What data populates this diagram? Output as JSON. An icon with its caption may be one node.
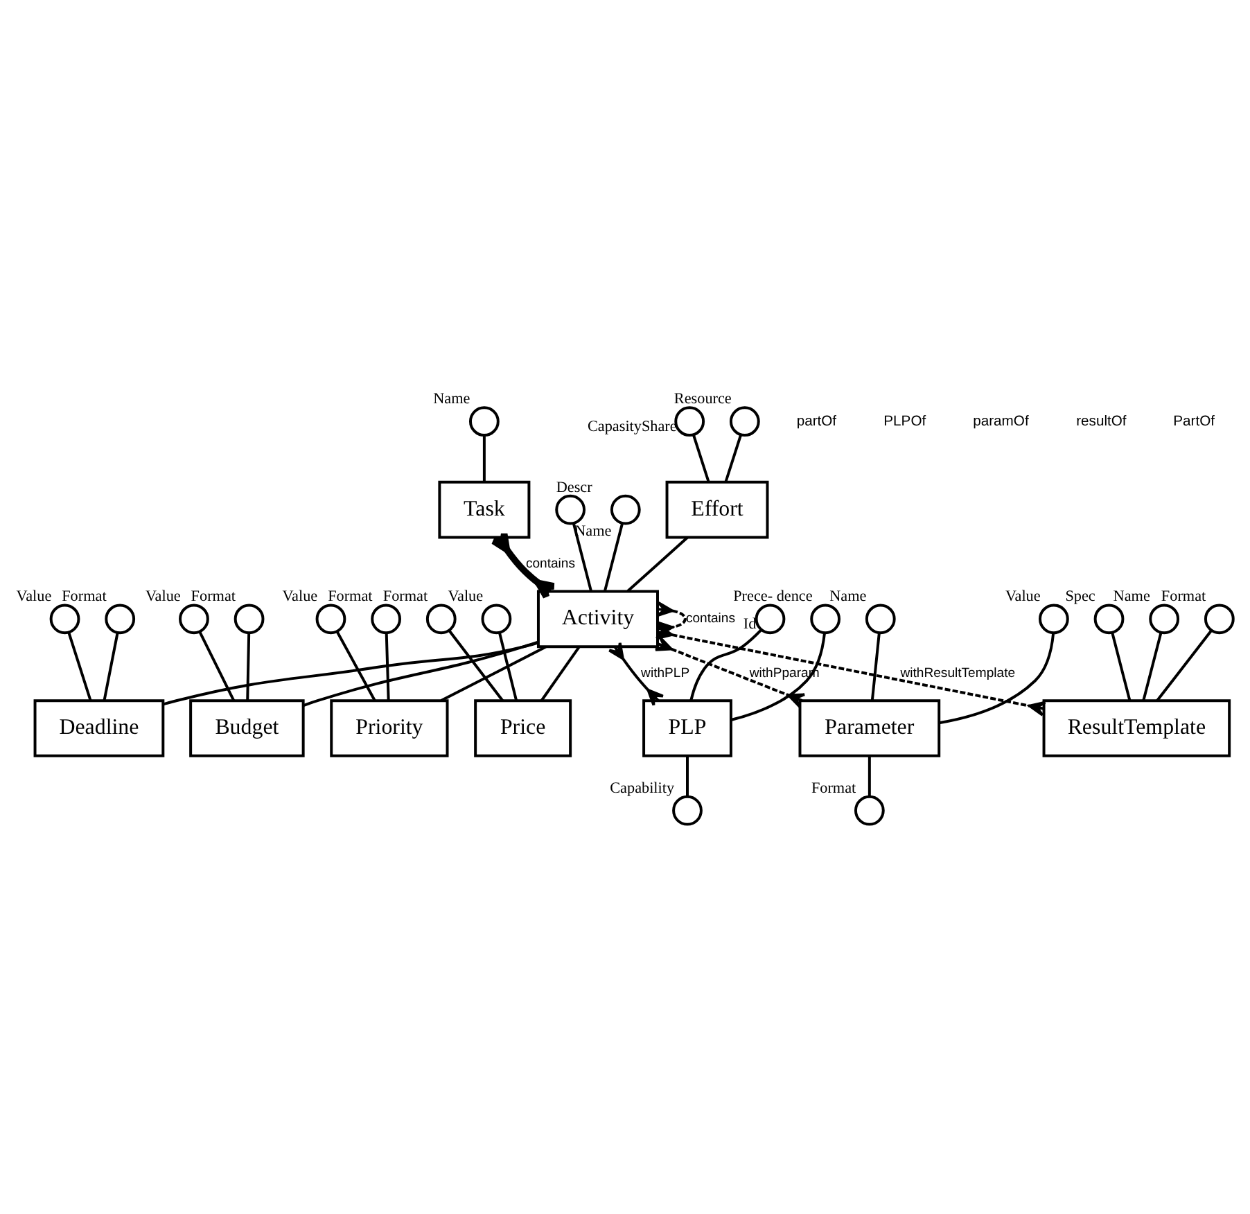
{
  "diagram": {
    "nodes": [
      {
        "text": [
          "Task"
        ]
      },
      {
        "text": [],
        "shape": "circle",
        "beside": [
          "Name"
        ]
      },
      {
        "text": [],
        "shape": "circle",
        "beside": [
          "Descr"
        ]
      },
      {
        "text": [],
        "shape": "circle",
        "beside": [
          "Name"
        ]
      },
      {
        "text": [
          "Effort"
        ]
      },
      {
        "text": [],
        "shape": "circle",
        "beside": [
          "Resource"
        ]
      },
      {
        "text": [],
        "shape": "circle",
        "beside": [
          "CapasityShare"
        ]
      },
      {
        "text": [
          "Activity"
        ]
      },
      {
        "text": [
          "Deadline"
        ]
      },
      {
        "text": [],
        "shape": "circle",
        "beside": [
          "Value"
        ]
      },
      {
        "text": [],
        "shape": "circle",
        "beside": [
          "Format"
        ]
      },
      {
        "text": [
          "Budget"
        ]
      },
      {
        "text": [],
        "shape": "circle",
        "beside": [
          "Value"
        ]
      },
      {
        "text": [],
        "shape": "circle",
        "beside": [
          "Format"
        ]
      },
      {
        "text": [
          "Priority"
        ]
      },
      {
        "text": [],
        "shape": "circle",
        "beside": [
          "Value"
        ]
      },
      {
        "text": [],
        "shape": "circle",
        "beside": [
          "Format"
        ]
      },
      {
        "text": [
          "Price"
        ]
      },
      {
        "text": [],
        "shape": "circle",
        "beside": [
          "Value"
        ]
      },
      {
        "text": [],
        "shape": "circle",
        "beside": [
          "Format"
        ]
      },
      {
        "text": [
          "PLP"
        ]
      },
      {
        "text": [],
        "shape": "circle",
        "beside": [
          "Prece- dence"
        ]
      },
      {
        "text": [],
        "shape": "circle",
        "beside": [
          "Id"
        ]
      },
      {
        "text": [],
        "shape": "circle",
        "beside": [
          "Capability"
        ]
      },
      {
        "text": [
          "Parameter"
        ]
      },
      {
        "text": [],
        "shape": "circle",
        "beside": [
          "Name"
        ]
      },
      {
        "text": [],
        "shape": "circle",
        "beside": [
          "Value"
        ]
      },
      {
        "text": [],
        "shape": "circle",
        "beside": [
          "Format"
        ]
      },
      {
        "text": [
          "ResultTemplate"
        ]
      },
      {
        "text": [],
        "shape": "circle",
        "beside": [
          "Spec"
        ]
      },
      {
        "text": [],
        "shape": "circle",
        "beside": [
          "Name"
        ]
      },
      {
        "text": [],
        "shape": "circle",
        "beside": [
          "Format"
        ]
      }
    ],
    "edges": [
      {
        "from": 1,
        "to": 0,
        "arrow": "none"
      },
      {
        "from": 2,
        "to": 7,
        "arrow": "none"
      },
      {
        "from": 3,
        "to": 7,
        "arrow": "none"
      },
      {
        "from": 5,
        "to": 4,
        "arrow": "none"
      },
      {
        "from": 6,
        "to": 4,
        "arrow": "none"
      },
      {
        "from": 4,
        "to": 7,
        "arrow": "none"
      },
      {
        "from": 7,
        "to": 8,
        "arrow": "none"
      },
      {
        "from": 9,
        "to": 8,
        "arrow": "none"
      },
      {
        "from": 10,
        "to": 8,
        "arrow": "none"
      },
      {
        "from": 7,
        "to": 11,
        "arrow": "none"
      },
      {
        "from": 12,
        "to": 11,
        "arrow": "none"
      },
      {
        "from": 13,
        "to": 11,
        "arrow": "none"
      },
      {
        "from": 7,
        "to": 14,
        "arrow": "none"
      },
      {
        "from": 15,
        "to": 14,
        "arrow": "none"
      },
      {
        "from": 16,
        "to": 14,
        "arrow": "none"
      },
      {
        "from": 7,
        "to": 17,
        "arrow": "none"
      },
      {
        "from": 18,
        "to": 17,
        "arrow": "none"
      },
      {
        "from": 19,
        "to": 17,
        "arrow": "none"
      },
      {
        "from": 21,
        "to": 20,
        "arrow": "none"
      },
      {
        "from": 22,
        "to": 20,
        "arrow": "none"
      },
      {
        "from": 20,
        "to": 23,
        "arrow": "none"
      },
      {
        "from": 25,
        "to": 24,
        "arrow": "none"
      },
      {
        "from": 26,
        "to": 24,
        "arrow": "none"
      },
      {
        "from": 24,
        "to": 27,
        "arrow": "none"
      },
      {
        "from": 29,
        "to": 28,
        "arrow": "none"
      },
      {
        "from": 30,
        "to": 28,
        "arrow": "none"
      },
      {
        "from": 31,
        "to": 28,
        "arrow": "none"
      },
      {
        "from": 0,
        "to": 7,
        "arrow": "other",
        "label": "contains",
        "style": "thick"
      },
      {
        "from": 7,
        "to": 20,
        "arrow": "other",
        "label": "withPLP"
      },
      {
        "from": 7,
        "to": 24,
        "arrow": "other",
        "label": "withPparam",
        "style": "dashed"
      },
      {
        "from": 7,
        "to": 28,
        "arrow": "other",
        "label": "withResultTemplate",
        "style": "dashed"
      },
      {
        "from": 7,
        "to": 7,
        "arrow": "other",
        "label": "contains",
        "style": "dashed"
      }
    ],
    "labels": [
      "partOf",
      "PLPOf",
      "paramOf",
      "resultOf",
      "PartOf"
    ]
  }
}
